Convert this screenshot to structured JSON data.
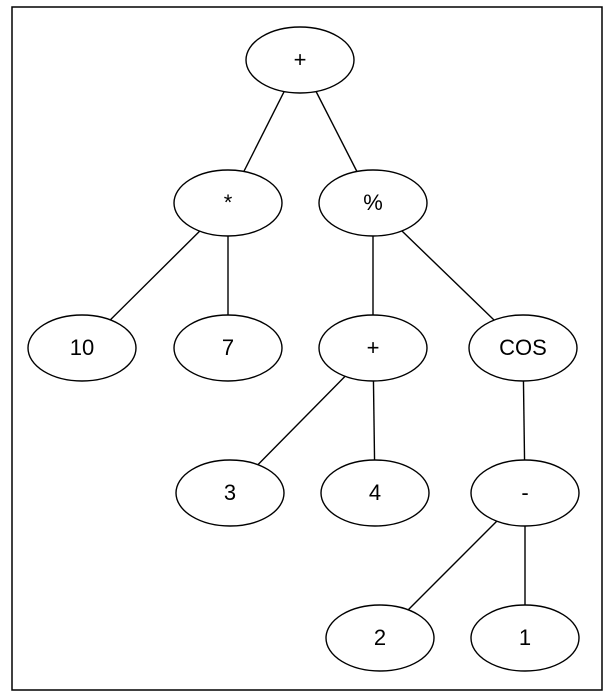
{
  "tree": {
    "nodes": [
      {
        "id": "root",
        "label": "+"
      },
      {
        "id": "mul",
        "label": "*"
      },
      {
        "id": "mod",
        "label": "%"
      },
      {
        "id": "n10",
        "label": "10"
      },
      {
        "id": "n7",
        "label": "7"
      },
      {
        "id": "plus2",
        "label": "+"
      },
      {
        "id": "cos",
        "label": "COS"
      },
      {
        "id": "n3",
        "label": "3"
      },
      {
        "id": "n4",
        "label": "4"
      },
      {
        "id": "minus",
        "label": "-"
      },
      {
        "id": "n2",
        "label": "2"
      },
      {
        "id": "n1",
        "label": "1"
      }
    ],
    "edges": [
      {
        "from": "root",
        "to": "mul"
      },
      {
        "from": "root",
        "to": "mod"
      },
      {
        "from": "mul",
        "to": "n10"
      },
      {
        "from": "mul",
        "to": "n7"
      },
      {
        "from": "mod",
        "to": "plus2"
      },
      {
        "from": "mod",
        "to": "cos"
      },
      {
        "from": "plus2",
        "to": "n3"
      },
      {
        "from": "plus2",
        "to": "n4"
      },
      {
        "from": "cos",
        "to": "minus"
      },
      {
        "from": "minus",
        "to": "n2"
      },
      {
        "from": "minus",
        "to": "n1"
      }
    ]
  }
}
